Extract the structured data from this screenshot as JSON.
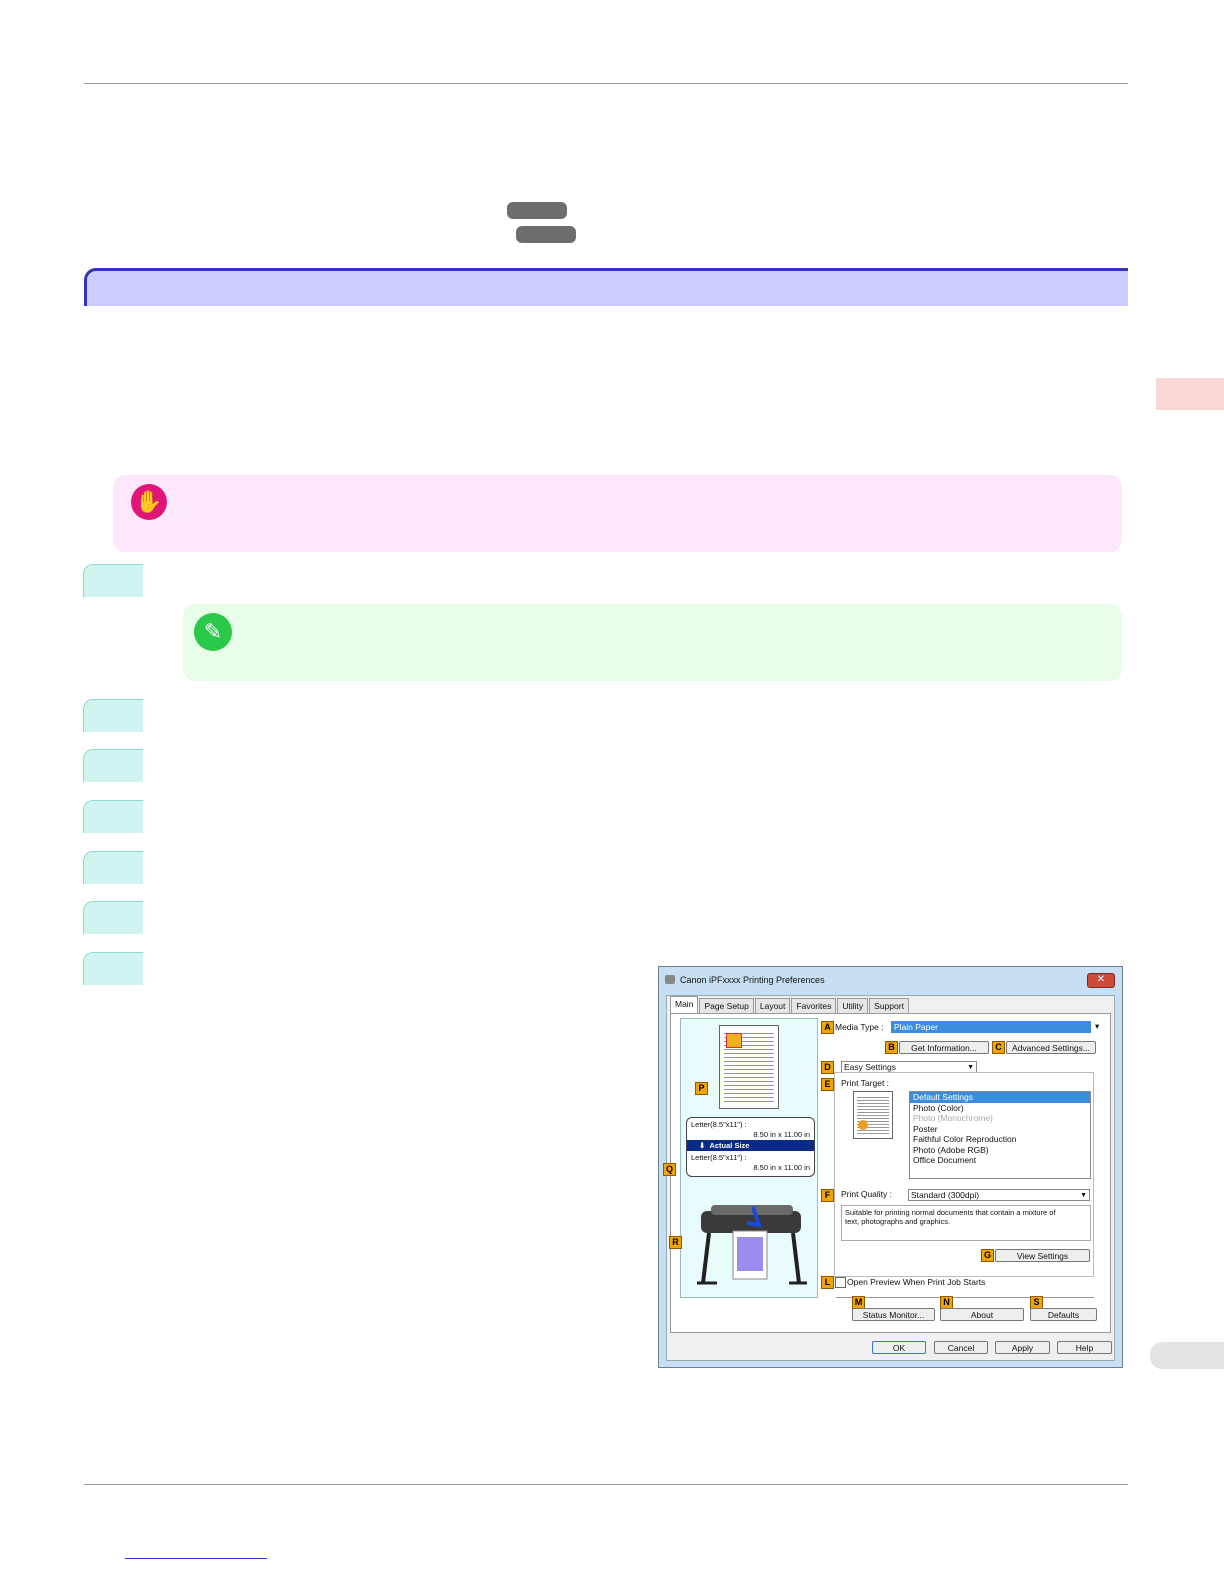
{
  "dialog": {
    "title": "Canon iPFxxxx Printing Preferences",
    "close_glyph": "✕",
    "tabs": [
      "Main",
      "Page Setup",
      "Layout",
      "Favorites",
      "Utility",
      "Support"
    ],
    "callouts": {
      "A": "A",
      "B": "B",
      "C": "C",
      "D": "D",
      "E": "E",
      "F": "F",
      "G": "G",
      "L": "L",
      "M": "M",
      "N": "N",
      "S": "S",
      "P": "P",
      "Q": "Q",
      "R": "R"
    },
    "media_type_label": "Media Type :",
    "media_type_value": "Plain Paper",
    "get_information_button": "Get Information...",
    "advanced_settings_button": "Advanced Settings...",
    "easy_settings_value": "Easy Settings",
    "print_target_label": "Print Target :",
    "print_target_items": [
      {
        "label": "Default Settings",
        "state": "selected"
      },
      {
        "label": "Photo (Color)",
        "state": "normal"
      },
      {
        "label": "Photo (Monochrome)",
        "state": "disabled"
      },
      {
        "label": "Poster",
        "state": "normal"
      },
      {
        "label": "Faithful Color Reproduction",
        "state": "normal"
      },
      {
        "label": "Photo (Adobe RGB)",
        "state": "normal"
      },
      {
        "label": "Office Document",
        "state": "normal"
      }
    ],
    "print_quality_label": "Print Quality :",
    "print_quality_value": "Standard (300dpi)",
    "description_line1": "Suitable for printing normal documents that contain a mixture of",
    "description_line2": "text, photographs and graphics.",
    "view_settings_button": "View Settings",
    "open_preview_label": "Open Preview When Print Job Starts",
    "status_monitor_button": "Status Monitor...",
    "about_button": "About",
    "defaults_button": "Defaults",
    "paper_size_top_label": "Letter(8.5\"x11\") :",
    "paper_size_top_value": "8.50 in x 11.00 in",
    "actual_size_label": "Actual Size",
    "paper_size_bottom_label": "Letter(8.5\"x11\") :",
    "paper_size_bottom_value": "8.50 in x 11.00 in",
    "ok_button": "OK",
    "cancel_button": "Cancel",
    "apply_button": "Apply",
    "help_button": "Help",
    "icons": [
      "printer-icon",
      "close-icon",
      "dropdown-arrow-icon",
      "important-hand-icon",
      "note-pencil-icon"
    ]
  },
  "colors": {
    "section_bar": "#ccccff",
    "section_border": "#3434b8",
    "important_bg": "#fde8fb",
    "note_bg": "#e8fde7",
    "step_bg": "#d1f4f1",
    "callout": "#f5a300"
  }
}
